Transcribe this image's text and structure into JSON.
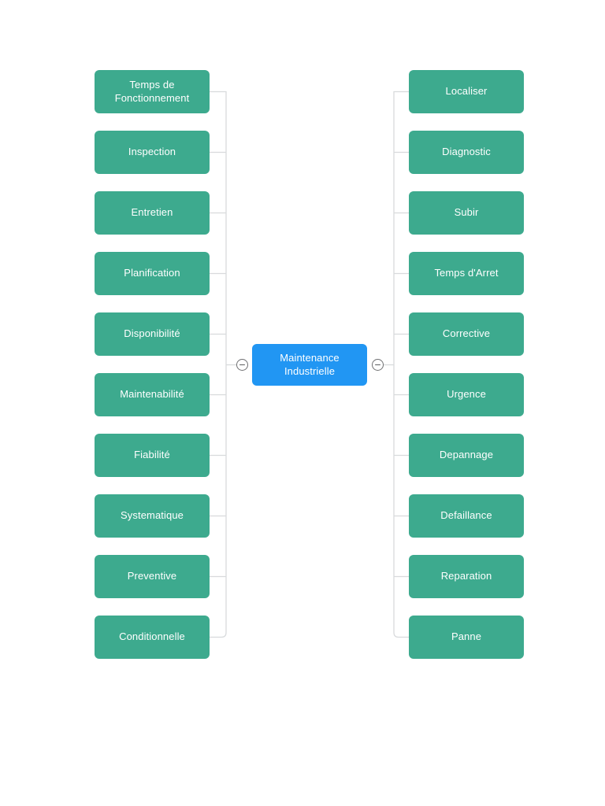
{
  "diagram": {
    "type": "mind-map",
    "orientation": "horizontal-balanced",
    "background_color": "#ffffff",
    "root": {
      "label": "Maintenance\nIndustrielle",
      "color": "#2196f3",
      "text_color": "#ffffff"
    },
    "branch_color": "#3daa8e",
    "branch_text_color": "#ffffff",
    "connector_color": "#d8dadc",
    "toggles": {
      "left": {
        "icon": "minus-circle-icon",
        "state": "expanded"
      },
      "right": {
        "icon": "minus-circle-icon",
        "state": "expanded"
      }
    },
    "left_branch": {
      "side": "left",
      "count": 10,
      "nodes": [
        {
          "label": "Temps de\nFonctionnement"
        },
        {
          "label": "Inspection"
        },
        {
          "label": "Entretien"
        },
        {
          "label": "Planification"
        },
        {
          "label": "Disponibilité"
        },
        {
          "label": "Maintenabilité"
        },
        {
          "label": "Fiabilité"
        },
        {
          "label": "Systematique"
        },
        {
          "label": "Preventive"
        },
        {
          "label": "Conditionnelle"
        }
      ]
    },
    "right_branch": {
      "side": "right",
      "count": 10,
      "nodes": [
        {
          "label": "Localiser"
        },
        {
          "label": "Diagnostic"
        },
        {
          "label": "Subir"
        },
        {
          "label": "Temps d'Arret"
        },
        {
          "label": "Corrective"
        },
        {
          "label": "Urgence"
        },
        {
          "label": "Depannage"
        },
        {
          "label": "Defaillance"
        },
        {
          "label": "Reparation"
        },
        {
          "label": "Panne"
        }
      ]
    }
  }
}
